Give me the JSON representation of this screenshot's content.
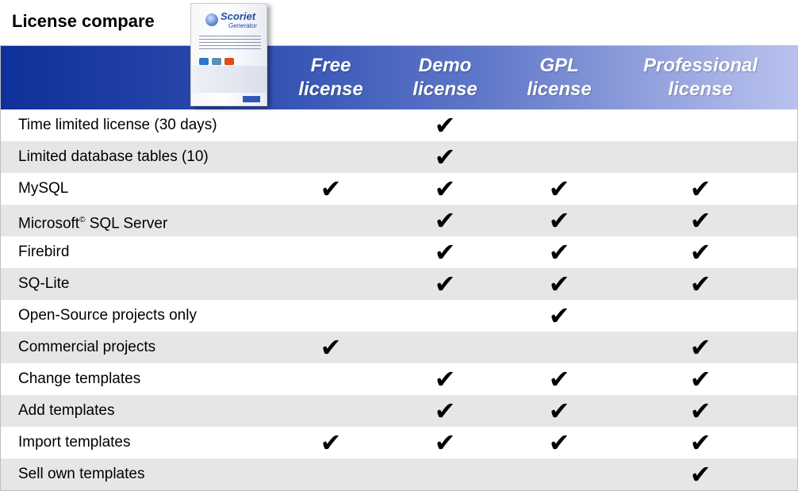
{
  "page": {
    "title": "License compare"
  },
  "product_box": {
    "brand": "Scoriet",
    "subtitle": "Generator"
  },
  "columns": [
    {
      "line1": "Free",
      "line2": "license"
    },
    {
      "line1": "Demo",
      "line2": "license"
    },
    {
      "line1": "GPL",
      "line2": "license"
    },
    {
      "line1": "Professional",
      "line2": "license"
    }
  ],
  "check_glyph": "✔",
  "rows": [
    {
      "feature": "Time limited license (30 days)",
      "checks": [
        false,
        true,
        false,
        false
      ]
    },
    {
      "feature": "Limited database tables (10)",
      "checks": [
        false,
        true,
        false,
        false
      ]
    },
    {
      "feature": "MySQL",
      "checks": [
        true,
        true,
        true,
        true
      ]
    },
    {
      "feature": "Microsoft",
      "sup": "©",
      "feature_rest": " SQL Server",
      "checks": [
        false,
        true,
        true,
        true
      ]
    },
    {
      "feature": "Firebird",
      "checks": [
        false,
        true,
        true,
        true
      ]
    },
    {
      "feature": "SQ-Lite",
      "checks": [
        false,
        true,
        true,
        true
      ]
    },
    {
      "feature": "Open-Source projects only",
      "checks": [
        false,
        false,
        true,
        false
      ]
    },
    {
      "feature": "Commercial projects",
      "checks": [
        true,
        false,
        false,
        true
      ]
    },
    {
      "feature": "Change templates",
      "checks": [
        false,
        true,
        true,
        true
      ]
    },
    {
      "feature": "Add templates",
      "checks": [
        false,
        true,
        true,
        true
      ]
    },
    {
      "feature": "Import templates",
      "checks": [
        true,
        true,
        true,
        true
      ]
    },
    {
      "feature": "Sell own templates",
      "checks": [
        false,
        false,
        false,
        true
      ]
    }
  ]
}
